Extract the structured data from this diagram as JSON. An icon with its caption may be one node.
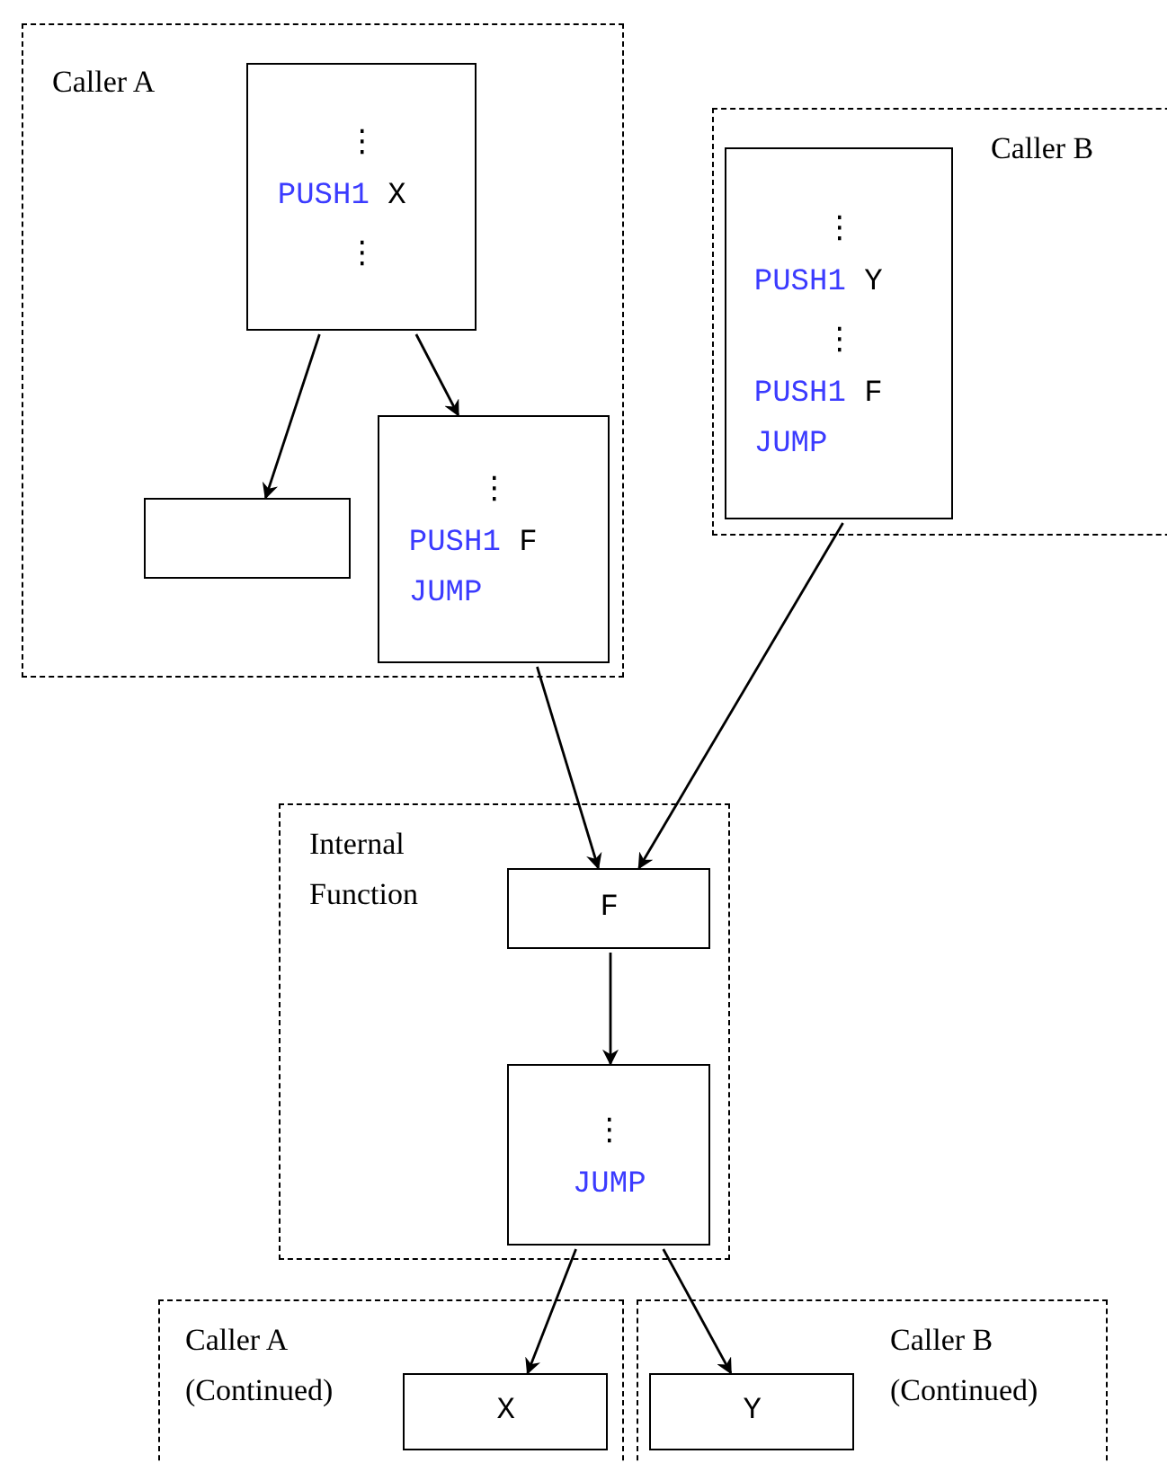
{
  "diagram": {
    "nodes": [
      {
        "text": [
          "Caller A"
        ]
      },
      {
        "text": [
          "⋮",
          "PUSH1 X",
          "⋮"
        ],
        "in": 0
      },
      {
        "text": [],
        "shape": "box",
        "in": 0
      },
      {
        "text": [
          "⋮",
          "PUSH1 F",
          "JUMP"
        ],
        "in": 0
      },
      {
        "text": [
          "Caller B"
        ]
      },
      {
        "text": [
          "⋮",
          "PUSH1 Y",
          "⋮",
          "PUSH1 F",
          "JUMP"
        ],
        "in": 4
      },
      {
        "text": [
          "Internal Function"
        ]
      },
      {
        "text": [
          "F"
        ],
        "in": 6
      },
      {
        "text": [
          "⋮",
          "JUMP"
        ],
        "in": 6
      },
      {
        "text": [
          "Caller A (Continued)"
        ]
      },
      {
        "text": [
          "X"
        ],
        "in": 9
      },
      {
        "text": [
          "Caller B (Continued)"
        ]
      },
      {
        "text": [
          "Y"
        ],
        "in": 11
      }
    ],
    "edges": [
      {
        "from": 1,
        "to": 2,
        "arrow": "to"
      },
      {
        "from": 1,
        "to": 3,
        "arrow": "to"
      },
      {
        "from": 3,
        "to": 7,
        "arrow": "to"
      },
      {
        "from": 5,
        "to": 7,
        "arrow": "to"
      },
      {
        "from": 7,
        "to": 8,
        "arrow": "to"
      },
      {
        "from": 8,
        "to": 10,
        "arrow": "to"
      },
      {
        "from": 8,
        "to": 12,
        "arrow": "to"
      }
    ]
  }
}
